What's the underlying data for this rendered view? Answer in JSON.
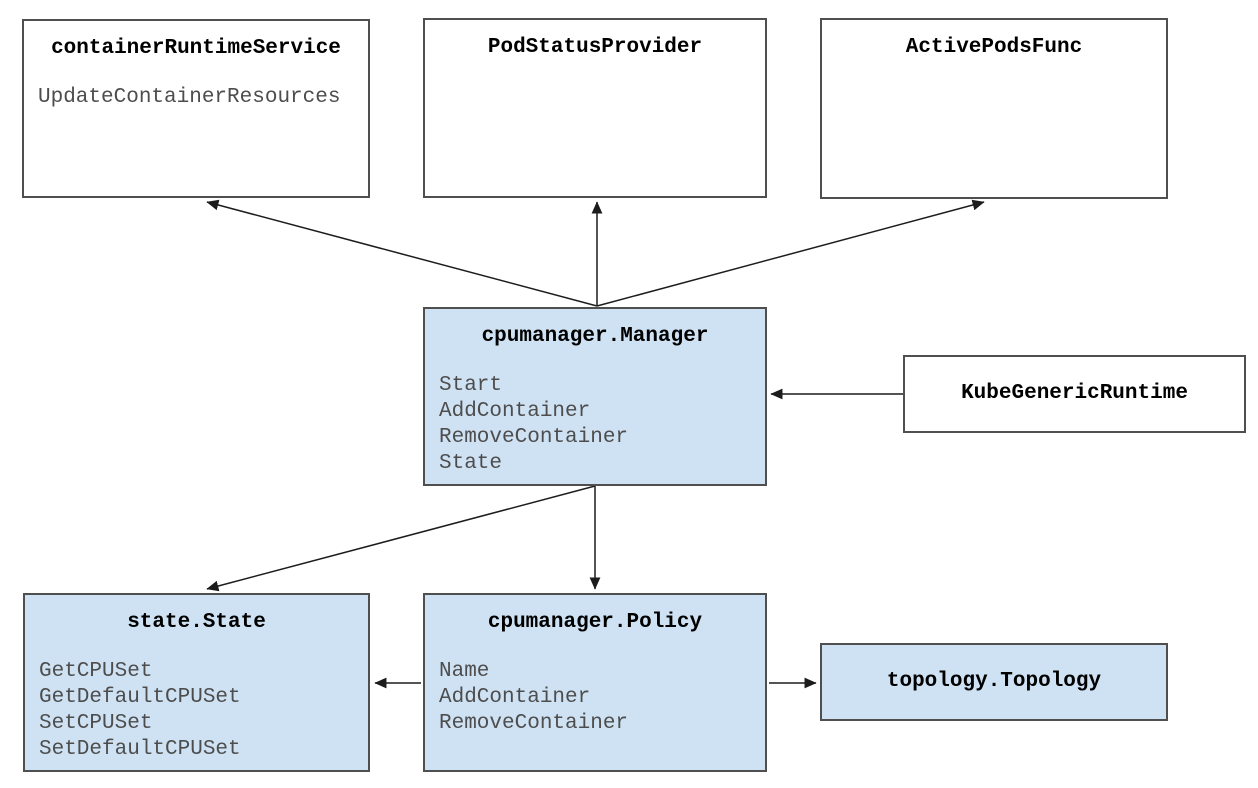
{
  "diagram": {
    "name": "cpumanager architecture diagram",
    "colors": {
      "highlight_fill": "#cfe2f3",
      "plain_fill": "#ffffff",
      "box_border": "#4f4f4f",
      "title_text": "#000000",
      "method_text": "#4d4d4d",
      "arrow": "#1c1c1c"
    },
    "nodes": {
      "container_runtime_service": {
        "title": "containerRuntimeService",
        "methods": [
          "UpdateContainerResources"
        ],
        "highlighted": false
      },
      "pod_status_provider": {
        "title": "PodStatusProvider",
        "methods": [],
        "highlighted": false
      },
      "active_pods_func": {
        "title": "ActivePodsFunc",
        "methods": [],
        "highlighted": false
      },
      "cpumanager_manager": {
        "title": "cpumanager.Manager",
        "methods": [
          "Start",
          "AddContainer",
          "RemoveContainer",
          "State"
        ],
        "highlighted": true
      },
      "kube_generic_runtime": {
        "title": "KubeGenericRuntime",
        "methods": [],
        "highlighted": false
      },
      "state_state": {
        "title": "state.State",
        "methods": [
          "GetCPUSet",
          "GetDefaultCPUSet",
          "SetCPUSet",
          "SetDefaultCPUSet"
        ],
        "highlighted": true
      },
      "cpumanager_policy": {
        "title": "cpumanager.Policy",
        "methods": [
          "Name",
          "AddContainer",
          "RemoveContainer"
        ],
        "highlighted": true
      },
      "topology_topology": {
        "title": "topology.Topology",
        "methods": [],
        "highlighted": true
      }
    },
    "edges": [
      {
        "from": "cpumanager_manager",
        "to": "container_runtime_service"
      },
      {
        "from": "cpumanager_manager",
        "to": "pod_status_provider"
      },
      {
        "from": "cpumanager_manager",
        "to": "active_pods_func"
      },
      {
        "from": "kube_generic_runtime",
        "to": "cpumanager_manager"
      },
      {
        "from": "cpumanager_manager",
        "to": "state_state"
      },
      {
        "from": "cpumanager_manager",
        "to": "cpumanager_policy"
      },
      {
        "from": "cpumanager_policy",
        "to": "state_state"
      },
      {
        "from": "cpumanager_policy",
        "to": "topology_topology"
      }
    ]
  }
}
